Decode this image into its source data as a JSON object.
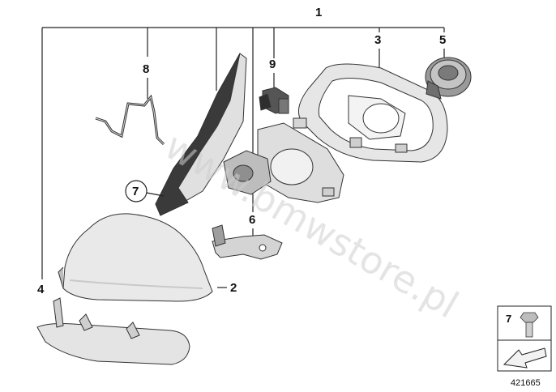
{
  "callouts": {
    "assembly": "1",
    "cap": "2",
    "housing": "3",
    "trim": "4",
    "motor": "5",
    "bracket": "6",
    "screw": "7",
    "cable": "8",
    "switch": "9"
  },
  "inset": {
    "label": "7"
  },
  "watermark": "www.bmwstore.pl",
  "diagram_number": "421665",
  "colors": {
    "part_fill": "#e9e9e9",
    "part_shadow": "#bdbdbd",
    "dark": "#3a3a3a",
    "line": "#222222"
  }
}
